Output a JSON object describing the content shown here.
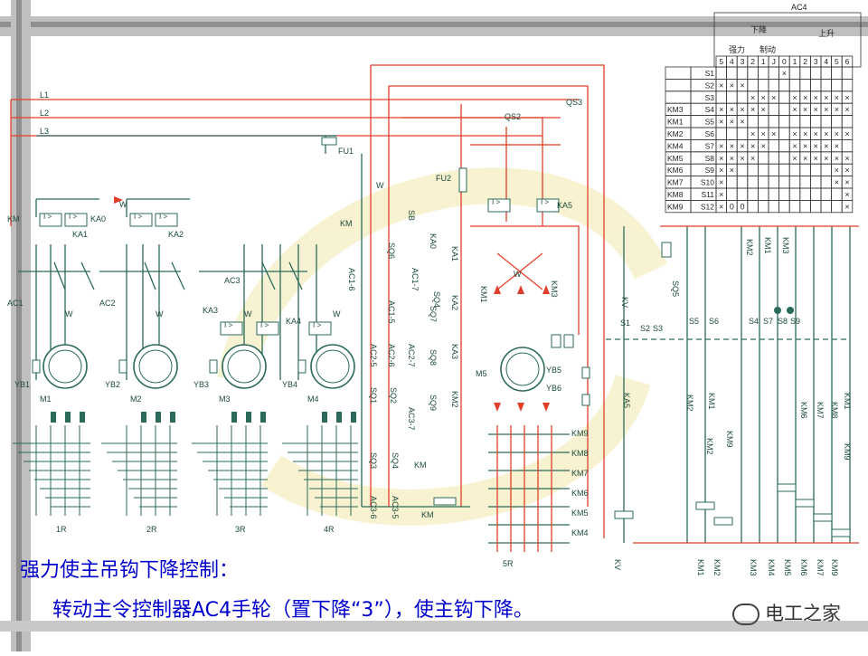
{
  "supply": [
    "L1",
    "L2",
    "L3"
  ],
  "fuses": [
    "FU1",
    "FU2"
  ],
  "switches": [
    "QS2",
    "QS3"
  ],
  "hook_motors": [
    {
      "motor": "M1",
      "brake": "YB1",
      "contactor": "AC1",
      "relay": "KA1",
      "resistor": "1R"
    },
    {
      "motor": "M2",
      "brake": "YB2",
      "contactor": "AC2",
      "relay": "KA2",
      "resistor": "2R"
    },
    {
      "motor": "M3",
      "brake": "YB3",
      "contactor": "AC3",
      "relay": "KA3",
      "resistor": "3R"
    },
    {
      "motor": "M4",
      "brake": "YB4",
      "contactor": "AC4",
      "relay": "KA4",
      "resistor": "4R"
    }
  ],
  "misc_labels": {
    "km": "KM",
    "ka0": "KA0",
    "w": "W",
    "ka5": "KA5",
    "kv": "KV",
    "m5": "M5",
    "yb5": "YB5",
    "yb6": "YB6",
    "r5": "5R",
    "sb": "SB",
    "oc": "I >"
  },
  "center_contacts": [
    "SQ6",
    "AC1-6",
    "AC1-7",
    "AC1-5",
    "AC2-5",
    "AC2-6",
    "AC2-7",
    "SQ1",
    "SQ2",
    "AC3-7",
    "SQ3",
    "SQ4",
    "AC3-5",
    "AC3-6",
    "KA0",
    "SQ4",
    "KA1",
    "SQ7",
    "KA2",
    "SQ8",
    "KA3",
    "SQ9",
    "KM2",
    "KM1",
    "KM3"
  ],
  "km_resistor_labels": [
    "KM9",
    "KM8",
    "KM7",
    "KM6",
    "KM5",
    "KM4"
  ],
  "right_contacts": [
    "S1",
    "S2",
    "S3",
    "S5",
    "S6",
    "S4",
    "S7",
    "S8",
    "S9",
    "SQ5",
    "KM2",
    "KM1",
    "KM3",
    "KA5",
    "KM2",
    "KM1",
    "KM9",
    "KM2",
    "KM6",
    "KM7",
    "KM8",
    "KM1",
    "KM9"
  ],
  "coil_labels": [
    "KV",
    "KM1",
    "KM2",
    "KM3",
    "KM4",
    "KM5",
    "KM6",
    "KM7",
    "KM9"
  ],
  "table": {
    "title": "AC4",
    "down_label": "下降",
    "up_label": "上升",
    "strong_label": "强力",
    "brake_label": "制动",
    "positions": [
      "5",
      "4",
      "3",
      "2",
      "1",
      "J",
      "0",
      "1",
      "2",
      "3",
      "4",
      "5",
      "6"
    ],
    "rows": [
      {
        "k": "",
        "s": "S1",
        "m": "      x      "
      },
      {
        "k": "",
        "s": "S2",
        "m": "xxx          "
      },
      {
        "k": "",
        "s": "S3",
        "m": "   xxx xxxxxx"
      },
      {
        "k": "KM3",
        "s": "S4",
        "m": "xxxxx  xxxxxx"
      },
      {
        "k": "KM1",
        "s": "S5",
        "m": "xxx          "
      },
      {
        "k": "KM2",
        "s": "S6",
        "m": "   xxx xxxxxx"
      },
      {
        "k": "KM4",
        "s": "S7",
        "m": "xxxxx  xxxxx "
      },
      {
        "k": "KM5",
        "s": "S8",
        "m": "xxxx   xxxxxx"
      },
      {
        "k": "KM6",
        "s": "S9",
        "m": "xx         xx"
      },
      {
        "k": "KM7",
        "s": "S10",
        "m": "x          xx"
      },
      {
        "k": "KM8",
        "s": "S11",
        "m": "x           x"
      },
      {
        "k": "KM9",
        "s": "S12",
        "m": "xoo         x"
      }
    ]
  },
  "caption_line1": "强力使主吊钩下降控制：",
  "caption_line2": "转动主令控制器AC4手轮（置下降“3”），使主钩下降。",
  "watermark": "电工之家"
}
